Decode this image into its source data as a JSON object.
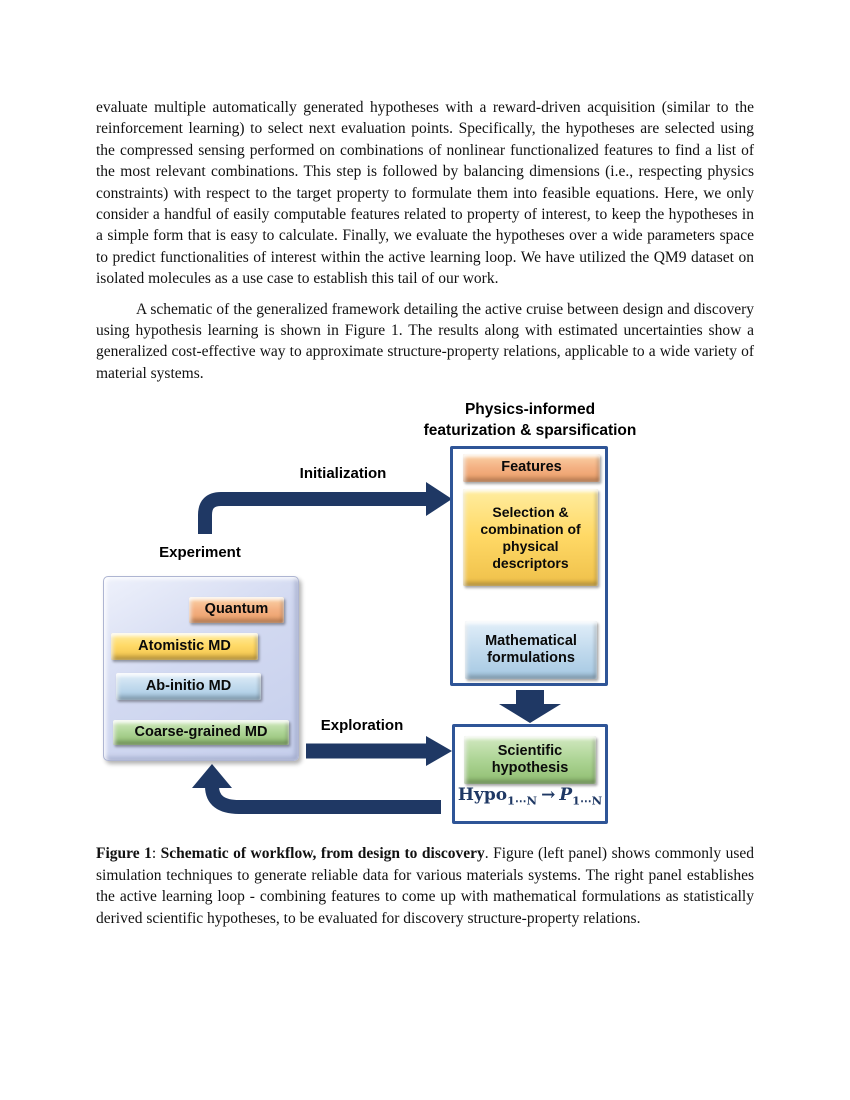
{
  "article": {
    "paragraph1": "evaluate multiple automatically generated hypotheses with a reward-driven acquisition (similar to the reinforcement learning) to select next evaluation points. Specifically, the hypotheses are selected using the compressed sensing performed on combinations of nonlinear functionalized features to find a list of the most relevant combinations. This step is followed by balancing dimensions (i.e., respecting physics constraints) with respect to the target property to formulate them into feasible equations. Here, we only consider a handful of easily computable features related to property of interest, to keep the hypotheses in a simple form that is easy to calculate. Finally, we evaluate the hypotheses over a wide parameters space to predict functionalities of interest within the active learning loop. We have utilized the QM9 dataset on isolated molecules as a use case to establish this tail of our work.",
    "paragraph2": "A schematic of the generalized framework detailing the active cruise between design and discovery using hypothesis learning is shown in Figure 1. The results along with estimated uncertainties show a generalized cost-effective way to approximate structure-property relations, applicable to a wide variety of material systems."
  },
  "figure": {
    "right_panel_title": "Physics-informed\nfeaturization & sparsification",
    "labels": {
      "initialization": "Initialization",
      "exploration": "Exploration",
      "experiment": "Experiment"
    },
    "experiment_panel": {
      "boxes": [
        {
          "label": "Quantum",
          "color": "#F4B183"
        },
        {
          "label": "Atomistic MD",
          "color": "#FFD966"
        },
        {
          "label": "Ab-initio MD",
          "color": "#BDD7EE"
        },
        {
          "label": "Coarse-grained MD",
          "color": "#A9D18E"
        }
      ]
    },
    "featurization_panel": {
      "boxes": [
        {
          "label": "Features",
          "color": "#F4B183"
        },
        {
          "label": "Selection & combination of physical descriptors",
          "color": "#FFD966"
        },
        {
          "label": "Mathematical formulations",
          "color": "#BDD7EE"
        }
      ]
    },
    "hypothesis_panel": {
      "box": {
        "label": "Scientific hypothesis",
        "color": "#A9D18E"
      },
      "formula": {
        "lhs_base": "Hypo",
        "lhs_sub": "1⋯N",
        "arrow": "→",
        "rhs_base": "P",
        "rhs_sub": "1⋯N"
      }
    },
    "colors": {
      "arrow_navy": "#1F3864",
      "panel_border": "#2F5597",
      "experiment_panel_fill": "#CDD5EF",
      "formula_text": "#1F3864"
    }
  },
  "caption": {
    "label": "Figure 1",
    "separator": ": ",
    "bold_title": "Schematic of workflow, from design to discovery",
    "text": ". Figure (left panel) shows commonly used simulation techniques to generate reliable data for various materials systems. The right panel establishes the active learning loop - combining features to come up with mathematical formulations as statistically derived scientific hypotheses, to be evaluated for discovery structure-property relations."
  }
}
